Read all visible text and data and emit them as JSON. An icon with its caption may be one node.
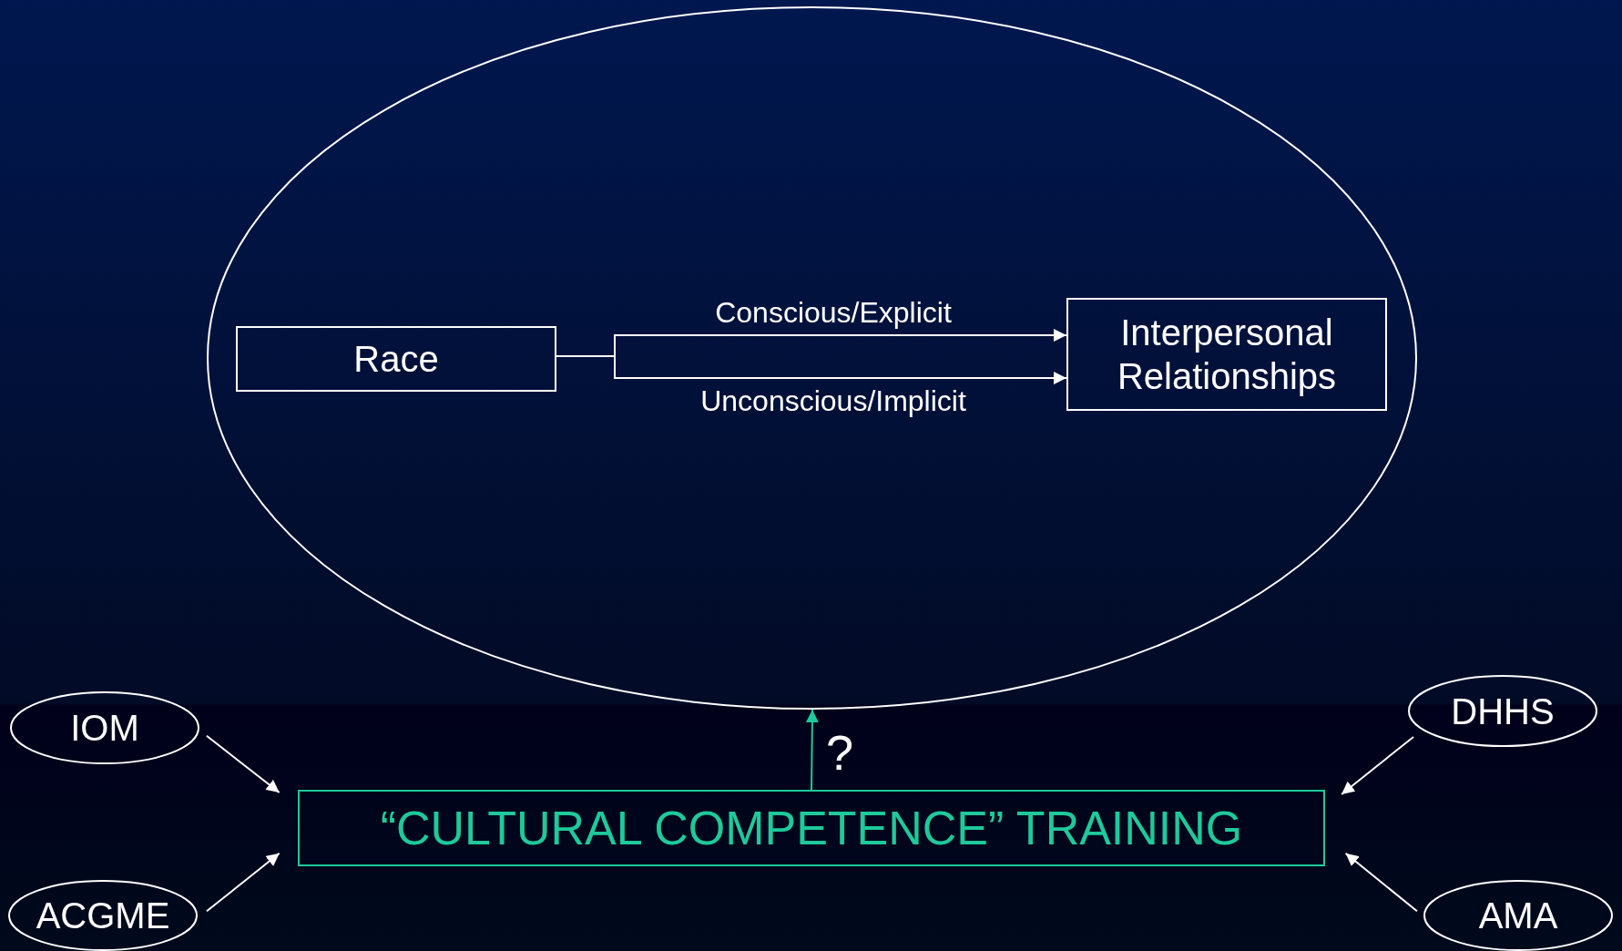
{
  "diagram": {
    "nodes": [
      {
        "text": [],
        "shape": "ellipse"
      },
      {
        "text": [
          "Race"
        ],
        "in": 0
      },
      {
        "text": [
          "Interpersonal Relationships"
        ],
        "in": 0
      },
      {
        "text": [
          "“CULTURAL COMPETENCE” TRAINING"
        ]
      },
      {
        "text": [
          "IOM"
        ]
      },
      {
        "text": [
          "ACGME"
        ]
      },
      {
        "text": [
          "DHHS"
        ]
      },
      {
        "text": [
          "AMA"
        ]
      }
    ],
    "edges": [
      {
        "from": 1,
        "to": 2,
        "arrow": "to",
        "label": "Conscious/Explicit"
      },
      {
        "from": 1,
        "to": 2,
        "arrow": "to",
        "label": "Unconscious/Implicit"
      },
      {
        "from": 3,
        "to": 0,
        "arrow": "to",
        "label": "?",
        "color": "#1ec99b"
      },
      {
        "from": 4,
        "to": 3,
        "arrow": "to"
      },
      {
        "from": 5,
        "to": 3,
        "arrow": "to"
      },
      {
        "from": 6,
        "to": 3,
        "arrow": "to"
      },
      {
        "from": 7,
        "to": 3,
        "arrow": "to"
      }
    ]
  }
}
